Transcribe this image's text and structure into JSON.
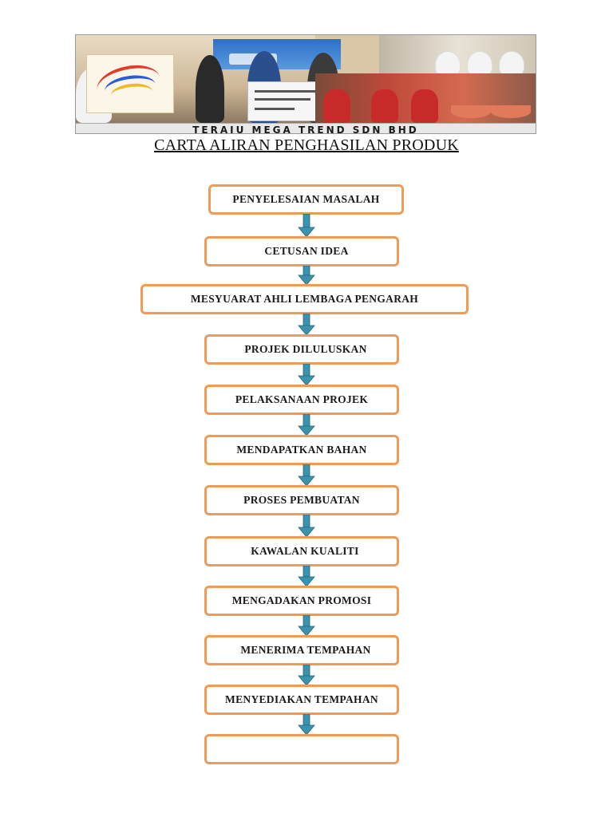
{
  "banner": {
    "caption": "TERAJU MEGA TREND SDN BHD"
  },
  "title": "CARTA ALIRAN PENGHASILAN PRODUK",
  "colors": {
    "box_border": "#f09a55",
    "arrow": "#3a92ad",
    "arrow_dark": "#24677c"
  },
  "steps": [
    {
      "label": "PENYELESAIAN MASALAH"
    },
    {
      "label": "CETUSAN IDEA"
    },
    {
      "label": "MESYUARAT AHLI LEMBAGA PENGARAH"
    },
    {
      "label": "PROJEK DILULUSKAN"
    },
    {
      "label": "PELAKSANAAN PROJEK"
    },
    {
      "label": "MENDAPATKAN BAHAN"
    },
    {
      "label": "PROSES PEMBUATAN"
    },
    {
      "label": "KAWALAN KUALITI"
    },
    {
      "label": "MENGADAKAN PROMOSI"
    },
    {
      "label": "MENERIMA TEMPAHAN"
    },
    {
      "label": "MENYEDIAKAN TEMPAHAN"
    },
    {
      "label": ""
    }
  ]
}
